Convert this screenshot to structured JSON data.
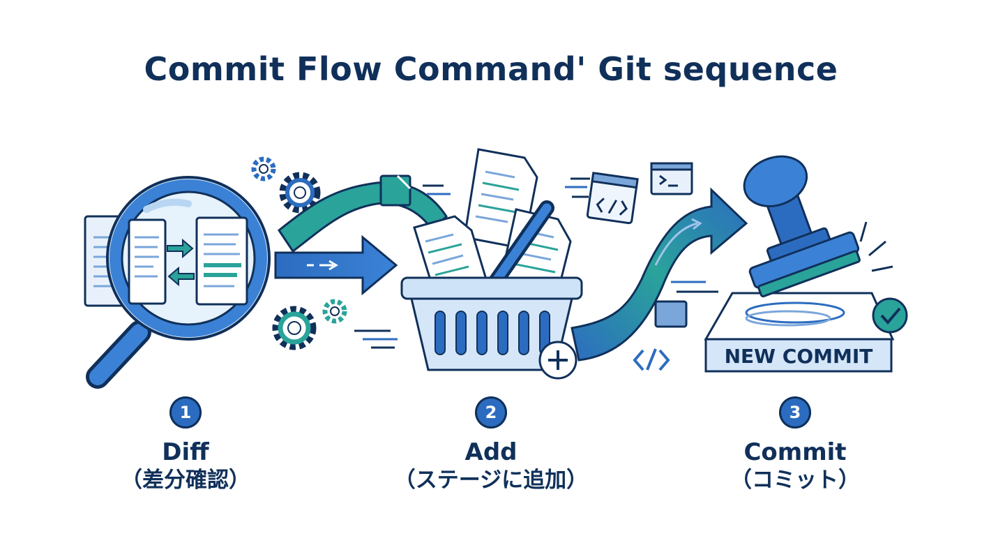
{
  "title": "Commit Flow Command' Git sequence",
  "stamp_label": "NEW COMMIT",
  "steps": [
    {
      "number": "1",
      "name": "Diff",
      "subtitle": "（差分確認）"
    },
    {
      "number": "2",
      "name": "Add",
      "subtitle": "（ステージに追加）"
    },
    {
      "number": "3",
      "name": "Commit",
      "subtitle": "（コミット）"
    }
  ],
  "colors": {
    "navy": "#10305a",
    "blue": "#2c6cc0",
    "teal": "#2aa39a",
    "light_blue": "#d5e6f8"
  },
  "icons": [
    "magnifier-icon",
    "document-icon",
    "gear-icon",
    "basket-icon",
    "plus-icon",
    "code-window-icon",
    "terminal-icon",
    "rubber-stamp-icon",
    "check-icon",
    "flow-arrow-icon"
  ]
}
